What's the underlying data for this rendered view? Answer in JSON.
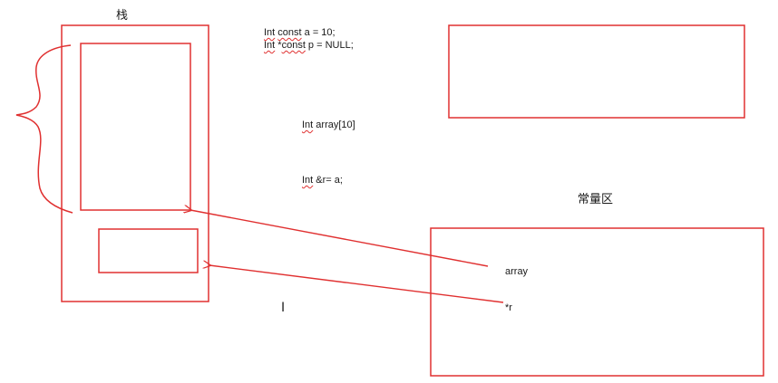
{
  "colors": {
    "stroke": "#e03030",
    "text": "#1a1a1a",
    "squiggle": "#e03030"
  },
  "labels": {
    "stack_title": "栈",
    "const_area_title": "常量区",
    "code_line_1_kw1": "Int",
    "code_line_1_kw2": "const",
    "code_line_1_rest": " a = 10;",
    "code_line_2_kw1": "Int",
    "code_line_2_mid": " *",
    "code_line_2_kw2": "const",
    "code_line_2_rest": " p = NULL;",
    "code_array_kw": "Int",
    "code_array_rest": " array[10]",
    "code_ref_kw": "Int",
    "code_ref_rest": " &r= a;",
    "const_item_array": "array",
    "const_item_r": "*r"
  },
  "cursor_glyph": "I"
}
